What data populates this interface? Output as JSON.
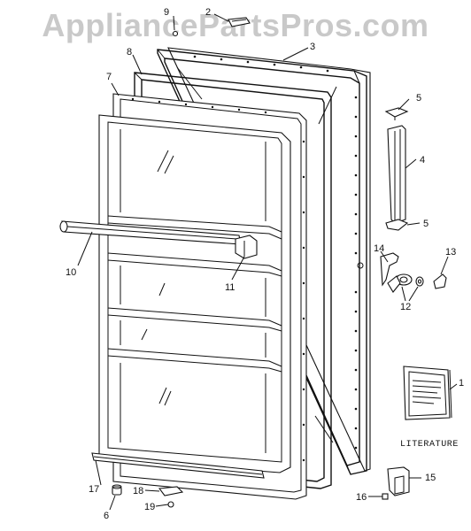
{
  "watermark": "AppliancePartsPros.com",
  "callouts": [
    {
      "id": "c1",
      "text": "1"
    },
    {
      "id": "c2",
      "text": "2"
    },
    {
      "id": "c3",
      "text": "3"
    },
    {
      "id": "c4",
      "text": "4"
    },
    {
      "id": "c5a",
      "text": "5"
    },
    {
      "id": "c5b",
      "text": "5"
    },
    {
      "id": "c6",
      "text": "6"
    },
    {
      "id": "c7",
      "text": "7"
    },
    {
      "id": "c8",
      "text": "8"
    },
    {
      "id": "c9",
      "text": "9"
    },
    {
      "id": "c10",
      "text": "10"
    },
    {
      "id": "c11",
      "text": "11"
    },
    {
      "id": "c12",
      "text": "12"
    },
    {
      "id": "c13",
      "text": "13"
    },
    {
      "id": "c14",
      "text": "14"
    },
    {
      "id": "c15",
      "text": "15"
    },
    {
      "id": "c16",
      "text": "16"
    },
    {
      "id": "c17",
      "text": "17"
    },
    {
      "id": "c18",
      "text": "18"
    },
    {
      "id": "c19",
      "text": "19"
    }
  ],
  "literature_label": "LITERATURE"
}
